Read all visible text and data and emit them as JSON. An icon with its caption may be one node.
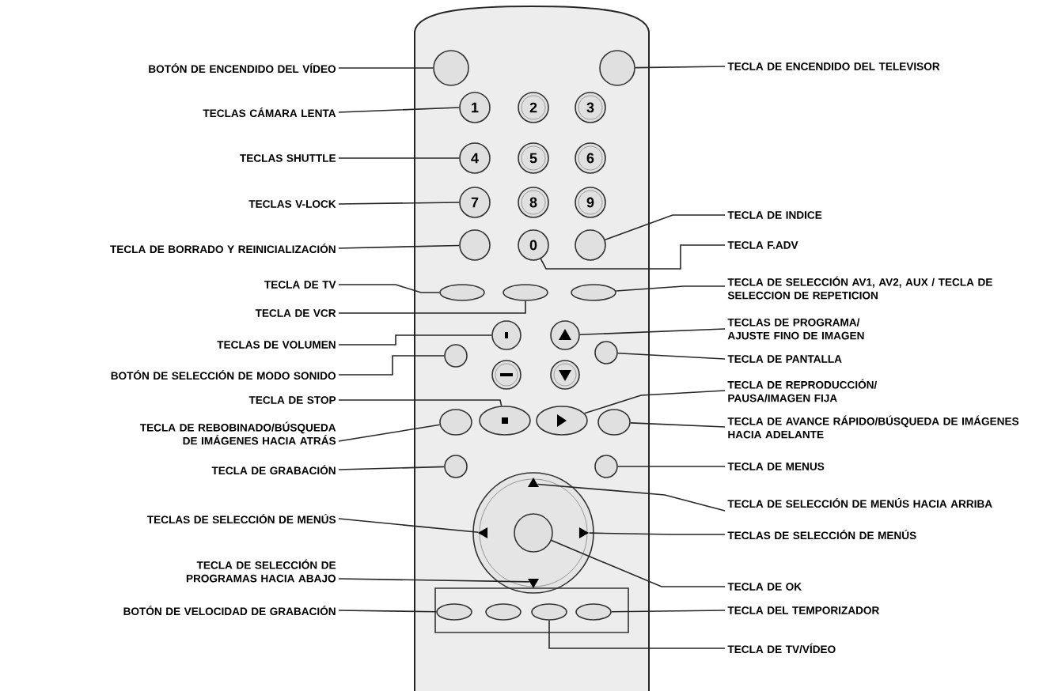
{
  "diagram": {
    "nodes": [
      {
        "text": [
          "BOTÓN DE ENCENDIDO DEL VÍDEO"
        ]
      },
      {
        "text": [
          "TECLAS CÁMARA LENTA"
        ]
      },
      {
        "text": [
          "TECLAS SHUTTLE"
        ]
      },
      {
        "text": [
          "TECLAS V-LOCK"
        ]
      },
      {
        "text": [
          "TECLA DE BORRADO Y REINICIALIZACIÓN"
        ]
      },
      {
        "text": [
          "TECLA DE TV"
        ]
      },
      {
        "text": [
          "TECLA DE VCR"
        ]
      },
      {
        "text": [
          "TECLAS DE VOLUMEN"
        ]
      },
      {
        "text": [
          "BOTÓN DE SELECCIÓN DE MODO SONIDO"
        ]
      },
      {
        "text": [
          "TECLA DE STOP"
        ]
      },
      {
        "text": [
          "TECLA DE REBOBINADO/BÚSQUEDA DE IMÁGENES HACIA ATRÁS"
        ]
      },
      {
        "text": [
          "TECLA DE GRABACIÓN"
        ]
      },
      {
        "text": [
          "TECLAS DE SELECCIÓN DE MENÚS"
        ]
      },
      {
        "text": [
          "TECLA DE SELECCIÓN DE PROGRAMAS HACIA ABAJO"
        ]
      },
      {
        "text": [
          "BOTÓN DE VELOCIDAD DE GRABACIÓN"
        ]
      },
      {
        "text": [
          "TECLA DE ENCENDIDO DEL TELEVISOR"
        ]
      },
      {
        "text": [
          "TECLA DE INDICE"
        ]
      },
      {
        "text": [
          "TECLA F.ADV"
        ]
      },
      {
        "text": [
          "TECLA DE SELECCIÓN AV1, AV2, AUX / TECLA DE SELECCION DE REPETICION"
        ]
      },
      {
        "text": [
          "TECLAS DE PROGRAMA/ AJUSTE FINO DE IMAGEN"
        ]
      },
      {
        "text": [
          "TECLA DE PANTALLA"
        ]
      },
      {
        "text": [
          "TECLA DE REPRODUCCIÓN/ PAUSA/IMAGEN FIJA"
        ]
      },
      {
        "text": [
          "TECLA DE AVANCE RÁPIDO/BÚSQUEDA DE IMÁGENES HACIA ADELANTE"
        ]
      },
      {
        "text": [
          "TECLA DE MENUS"
        ]
      },
      {
        "text": [
          "TECLA DE SELECCIÓN DE MENÚS HACIA ARRIBA"
        ]
      },
      {
        "text": [
          "TECLAS DE SELECCIÓN DE MENÚS"
        ]
      },
      {
        "text": [
          "TECLA DE OK"
        ]
      },
      {
        "text": [
          "TECLA DEL TEMPORIZADOR"
        ]
      },
      {
        "text": [
          "TECLA DE TV/VÍDEO"
        ]
      },
      {
        "text": [
          "1"
        ]
      },
      {
        "text": [
          "4"
        ]
      },
      {
        "text": [
          "7"
        ]
      },
      {
        "text": [
          "0"
        ]
      },
      {
        "text": [],
        "shape": "circle"
      },
      {
        "text": [],
        "shape": "circle"
      },
      {
        "text": [],
        "shape": "circle"
      },
      {
        "text": [],
        "shape": "circle"
      },
      {
        "text": [],
        "shape": "ellipse"
      },
      {
        "text": [],
        "shape": "ellipse"
      },
      {
        "text": [],
        "shape": "ellipse"
      },
      {
        "text": [],
        "shape": "circle"
      },
      {
        "text": [],
        "shape": "circle"
      },
      {
        "text": [],
        "shape": "circle"
      },
      {
        "text": [],
        "shape": "circle"
      },
      {
        "text": [],
        "shape": "ellipse"
      },
      {
        "text": [],
        "shape": "ellipse"
      },
      {
        "text": [],
        "shape": "ellipse"
      },
      {
        "text": [],
        "shape": "ellipse"
      },
      {
        "text": [],
        "shape": "circle"
      },
      {
        "text": [],
        "shape": "circle"
      },
      {
        "text": [],
        "shape": "triangle"
      },
      {
        "text": [],
        "shape": "triangle"
      },
      {
        "text": [],
        "shape": "circle"
      },
      {
        "text": [],
        "shape": "triangle"
      },
      {
        "text": [],
        "shape": "triangle"
      },
      {
        "text": [],
        "shape": "ellipse"
      },
      {
        "text": [],
        "shape": "ellipse"
      },
      {
        "text": [],
        "shape": "ellipse"
      }
    ],
    "edges": [
      {
        "from": 0,
        "to": 34,
        "arrow": "none"
      },
      {
        "from": 1,
        "to": 29,
        "arrow": "none"
      },
      {
        "from": 2,
        "to": 30,
        "arrow": "none"
      },
      {
        "from": 3,
        "to": 31,
        "arrow": "none"
      },
      {
        "from": 4,
        "to": 36,
        "arrow": "none"
      },
      {
        "from": 5,
        "to": 37,
        "arrow": "none"
      },
      {
        "from": 6,
        "to": 38,
        "arrow": "none"
      },
      {
        "from": 7,
        "to": 40,
        "arrow": "none"
      },
      {
        "from": 8,
        "to": 42,
        "arrow": "none"
      },
      {
        "from": 9,
        "to": 45,
        "arrow": "none"
      },
      {
        "from": 10,
        "to": 44,
        "arrow": "none"
      },
      {
        "from": 11,
        "to": 48,
        "arrow": "none"
      },
      {
        "from": 12,
        "to": 51,
        "arrow": "none"
      },
      {
        "from": 13,
        "to": 54,
        "arrow": "none"
      },
      {
        "from": 14,
        "to": 55,
        "arrow": "none"
      },
      {
        "from": 15,
        "to": 35,
        "arrow": "none"
      },
      {
        "from": 16,
        "to": 33,
        "arrow": "none"
      },
      {
        "from": 17,
        "to": 32,
        "arrow": "none"
      },
      {
        "from": 18,
        "to": 39,
        "arrow": "none"
      },
      {
        "from": 19,
        "to": 41,
        "arrow": "none"
      },
      {
        "from": 20,
        "to": 43,
        "arrow": "none"
      },
      {
        "from": 21,
        "to": 46,
        "arrow": "none"
      },
      {
        "from": 22,
        "to": 47,
        "arrow": "none"
      },
      {
        "from": 23,
        "to": 49,
        "arrow": "none"
      },
      {
        "from": 24,
        "to": 50,
        "arrow": "none"
      },
      {
        "from": 25,
        "to": 53,
        "arrow": "none"
      },
      {
        "from": 26,
        "to": 52,
        "arrow": "none"
      },
      {
        "from": 27,
        "to": 57,
        "arrow": "none"
      },
      {
        "from": 28,
        "to": 56,
        "arrow": "none"
      }
    ],
    "labels": [
      "2",
      "3",
      "5",
      "6",
      "8",
      "9"
    ]
  }
}
